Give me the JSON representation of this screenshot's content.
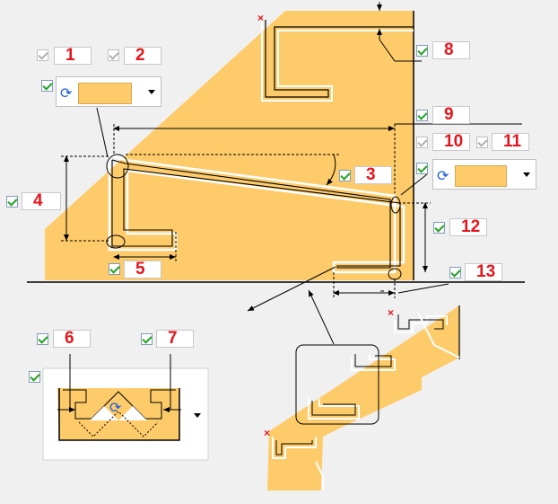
{
  "diagram": {
    "title": "Stair stringer parameters",
    "colors": {
      "fill": "#fecb6a",
      "accent": "#e8141b",
      "icon": "#1a5de0"
    },
    "params": [
      {
        "id": "1",
        "label": "1",
        "checked": true,
        "enabled": false
      },
      {
        "id": "2",
        "label": "2",
        "checked": true,
        "enabled": false
      },
      {
        "id": "3",
        "label": "3",
        "checked": true,
        "enabled": true
      },
      {
        "id": "4",
        "label": "4",
        "checked": true,
        "enabled": true
      },
      {
        "id": "5",
        "label": "5",
        "checked": true,
        "enabled": true
      },
      {
        "id": "6",
        "label": "6",
        "checked": true,
        "enabled": true
      },
      {
        "id": "7",
        "label": "7",
        "checked": true,
        "enabled": true
      },
      {
        "id": "8",
        "label": "8",
        "checked": true,
        "enabled": true
      },
      {
        "id": "9",
        "label": "9",
        "checked": true,
        "enabled": true
      },
      {
        "id": "10",
        "label": "10",
        "checked": true,
        "enabled": false
      },
      {
        "id": "11",
        "label": "11",
        "checked": true,
        "enabled": false
      },
      {
        "id": "12",
        "label": "12",
        "checked": true,
        "enabled": true
      },
      {
        "id": "13",
        "label": "13",
        "checked": true,
        "enabled": true
      }
    ],
    "combos": [
      {
        "id": "left-combo",
        "checked": true,
        "icon": "refresh-icon"
      },
      {
        "id": "right-combo",
        "checked": true,
        "icon": "refresh-icon"
      },
      {
        "id": "section-combo",
        "checked": true,
        "icon": "refresh-icon"
      }
    ]
  }
}
